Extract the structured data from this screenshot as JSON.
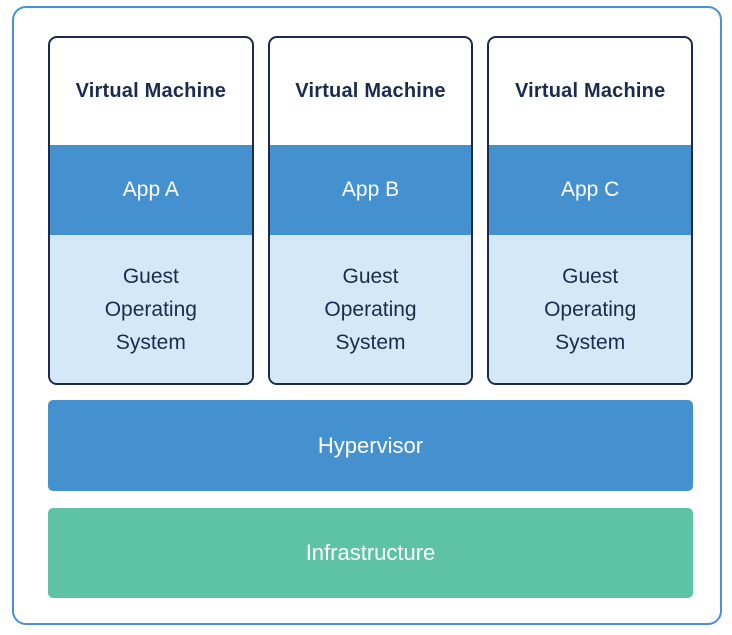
{
  "colors": {
    "outer-border": "#4a90d2",
    "navy": "#1b2b4d",
    "blue": "#4591d0",
    "light-blue": "#d4e8f8",
    "green": "#5ec3a4",
    "white-text": "#ffffff"
  },
  "vms": [
    {
      "title": "Virtual Machine",
      "app": "App A",
      "os_line1": "Guest",
      "os_line2": "Operating",
      "os_line3": "System"
    },
    {
      "title": "Virtual Machine",
      "app": "App B",
      "os_line1": "Guest",
      "os_line2": "Operating",
      "os_line3": "System"
    },
    {
      "title": "Virtual Machine",
      "app": "App C",
      "os_line1": "Guest",
      "os_line2": "Operating",
      "os_line3": "System"
    }
  ],
  "layers": {
    "hypervisor": "Hypervisor",
    "infrastructure": "Infrastructure"
  }
}
